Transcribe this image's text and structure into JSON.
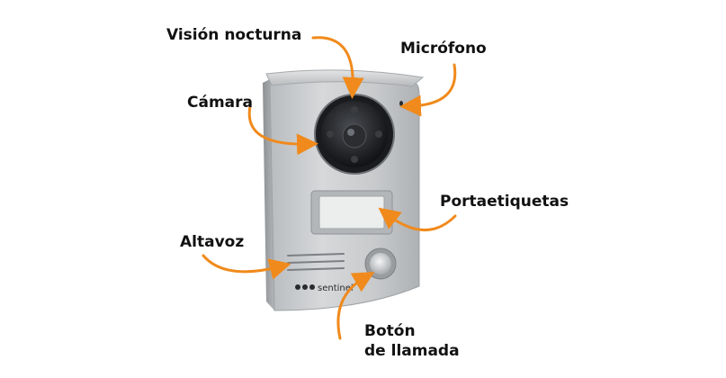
{
  "labels": {
    "night_vision": "Visión nocturna",
    "microphone": "Micrófono",
    "camera": "Cámara",
    "label_holder": "Portaetiquetas",
    "speaker": "Altavoz",
    "call_button_line1": "Botón",
    "call_button_line2": "de llamada"
  },
  "brand": {
    "logo_text": "sentinel"
  },
  "colors": {
    "arrow": "#f08a1c",
    "panel": "#c9cbcd",
    "text": "#111111"
  }
}
